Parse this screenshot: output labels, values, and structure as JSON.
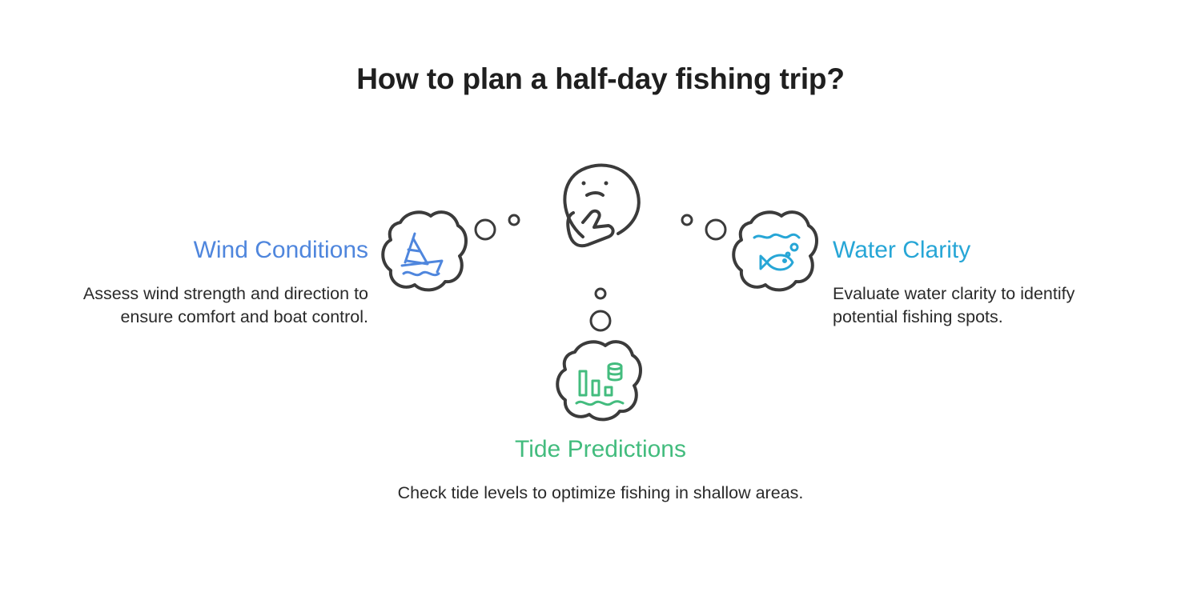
{
  "title": "How to plan a half-day fishing trip?",
  "colors": {
    "wind": "#4f86dd",
    "water": "#27a6d6",
    "tide": "#43bc7e",
    "outline": "#3b3b3b"
  },
  "items": [
    {
      "id": "wind",
      "heading": "Wind Conditions",
      "description": "Assess wind strength and direction to ensure comfort and boat control.",
      "icon": "sailboat-icon"
    },
    {
      "id": "water",
      "heading": "Water Clarity",
      "description": "Evaluate water clarity to identify potential fishing spots.",
      "icon": "fish-icon"
    },
    {
      "id": "tide",
      "heading": "Tide Predictions",
      "description": "Check tide levels to optimize fishing in shallow areas.",
      "icon": "tide-chart-icon"
    }
  ]
}
